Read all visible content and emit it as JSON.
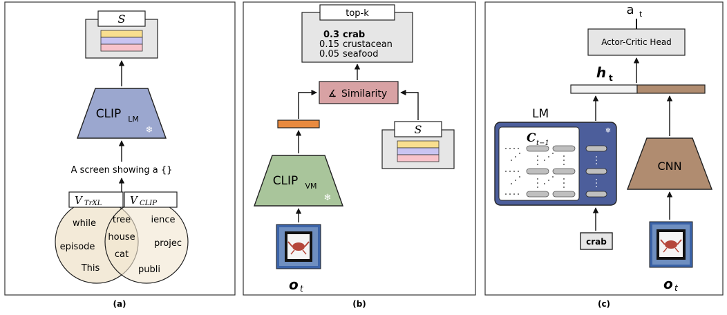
{
  "panels": {
    "a": {
      "caption": "(a)",
      "set_label": "S",
      "encoder_name": "CLIP",
      "encoder_sub": "LM",
      "prompt": "A screen showing a {}",
      "vocab_left": "V",
      "vocab_left_sub": "TrXL",
      "vocab_right": "V",
      "vocab_right_sub": "CLIP",
      "left_words": [
        "while",
        "episode",
        "This"
      ],
      "overlap_words": [
        "tree",
        "house",
        "cat"
      ],
      "right_words": [
        "ience",
        "projec",
        "publi"
      ]
    },
    "b": {
      "caption": "(b)",
      "topk_label": "top-k",
      "results": [
        {
          "score": "0.3",
          "word": "crab"
        },
        {
          "score": "0.15",
          "word": "crustacean"
        },
        {
          "score": "0.05",
          "word": "seafood"
        }
      ],
      "similarity_label": "Similarity",
      "encoder_name": "CLIP",
      "encoder_sub": "VM",
      "set_label": "S",
      "obs_label": "o",
      "obs_sub": "t"
    },
    "c": {
      "caption": "(c)",
      "action_label": "a",
      "action_sub": "t",
      "head_label": "Actor-Critic Head",
      "hidden_label": "h",
      "hidden_sub": "t",
      "lm_label": "LM",
      "context_label": "C",
      "context_sub": "t−1",
      "token_label": "crab",
      "cnn_label": "CNN",
      "obs_label": "o",
      "obs_sub": "t"
    }
  },
  "colors": {
    "panel_border": "#333333",
    "set_yellow": "#f9df8f",
    "set_purple": "#c9c4f2",
    "set_pink": "#f8c3cb",
    "clip_lm": "#9ba7cf",
    "clip_vm": "#a9c59b",
    "similarity": "#d8a2a4",
    "embedding_orange": "#e98a3f",
    "lm_blue": "#4c5e9b",
    "cnn_brown": "#b08c70",
    "venn": "#f1e6d1"
  }
}
